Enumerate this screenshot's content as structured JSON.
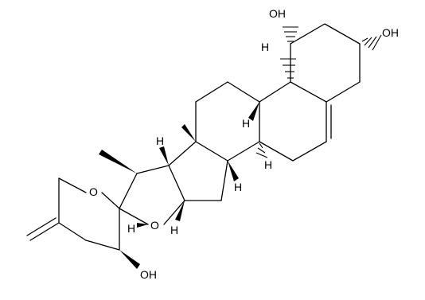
{
  "molecule": {
    "atom_labels": {
      "hydroxyl_top_left": "OH",
      "hydroxyl_top_right": "OH",
      "ring_oxygen_pyran": "O",
      "ring_oxygen_furan": "O",
      "hydroxyl_bottom": "OH",
      "h_stereo": [
        "H",
        "H",
        "H",
        "H",
        "H",
        "H",
        "H"
      ]
    }
  }
}
